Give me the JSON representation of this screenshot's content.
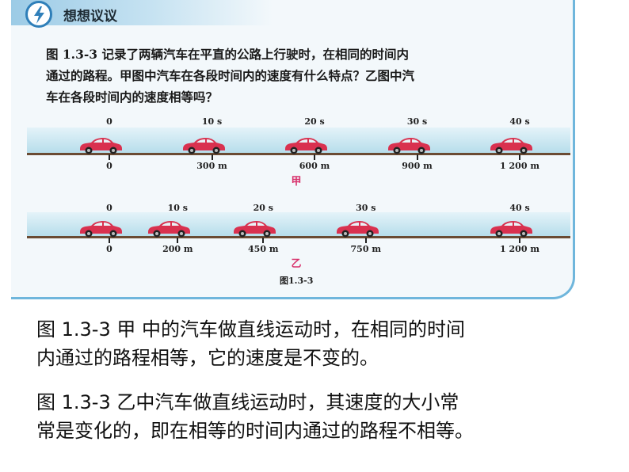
{
  "header": {
    "title": "想想议议",
    "icon": "lightning-bulb-icon"
  },
  "question": {
    "lines": [
      "图 1.3-3 记录了两辆汽车在平直的公路上行驶时，在相同的时间内",
      "通过的路程。甲图中汽车在各段时间内的速度有什么特点？乙图中汽",
      "车在各段时间内的速度相等吗？"
    ]
  },
  "figure": {
    "jia": {
      "name": "甲",
      "times": [
        "0",
        "10 s",
        "20 s",
        "30 s",
        "40 s"
      ],
      "distances": [
        "0",
        "300 m",
        "600 m",
        "900 m",
        "1 200 m"
      ],
      "distance_values_m": [
        0,
        300,
        600,
        900,
        1200
      ]
    },
    "yi": {
      "name": "乙",
      "times": [
        "0",
        "10 s",
        "20 s",
        "30 s",
        "40 s"
      ],
      "distances": [
        "0",
        "200 m",
        "450 m",
        "750 m",
        "1 200 m"
      ],
      "distance_values_m": [
        0,
        200,
        450,
        750,
        1200
      ]
    },
    "caption": "图1.3-3",
    "car_color": "#d9314f"
  },
  "answers": {
    "a1_line1": "图 1.3-3 甲 中的汽车做直线运动时，在相同的时间",
    "a1_line2": "内通过的路程相等，它的速度是不变的。",
    "a2_line1": "图 1.3-3 乙中汽车做直线运动时，其速度的大小常",
    "a2_line2": "常是变化的，即在相等的时间内通过的路程不相等。"
  }
}
